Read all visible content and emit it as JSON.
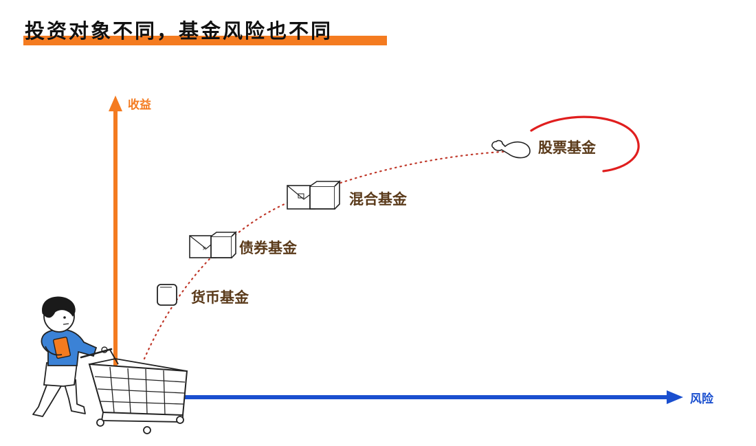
{
  "title": "投资对象不同，基金风险也不同",
  "axes": {
    "y_label": "收益",
    "x_label": "风险"
  },
  "funds": [
    {
      "label": "货币基金",
      "icon": "box-icon"
    },
    {
      "label": "债券基金",
      "icon": "envelope-box-icon"
    },
    {
      "label": "混合基金",
      "icon": "envelope-box-icon"
    },
    {
      "label": "股票基金",
      "icon": "chicken-leg-icon"
    }
  ],
  "colors": {
    "accent": "#f47b20",
    "risk_axis": "#1a4fcf",
    "dotted_path": "#c0392b",
    "highlight_circle": "#e01e1e",
    "label_text": "#5a3a1a",
    "shirt": "#3b82d6"
  }
}
